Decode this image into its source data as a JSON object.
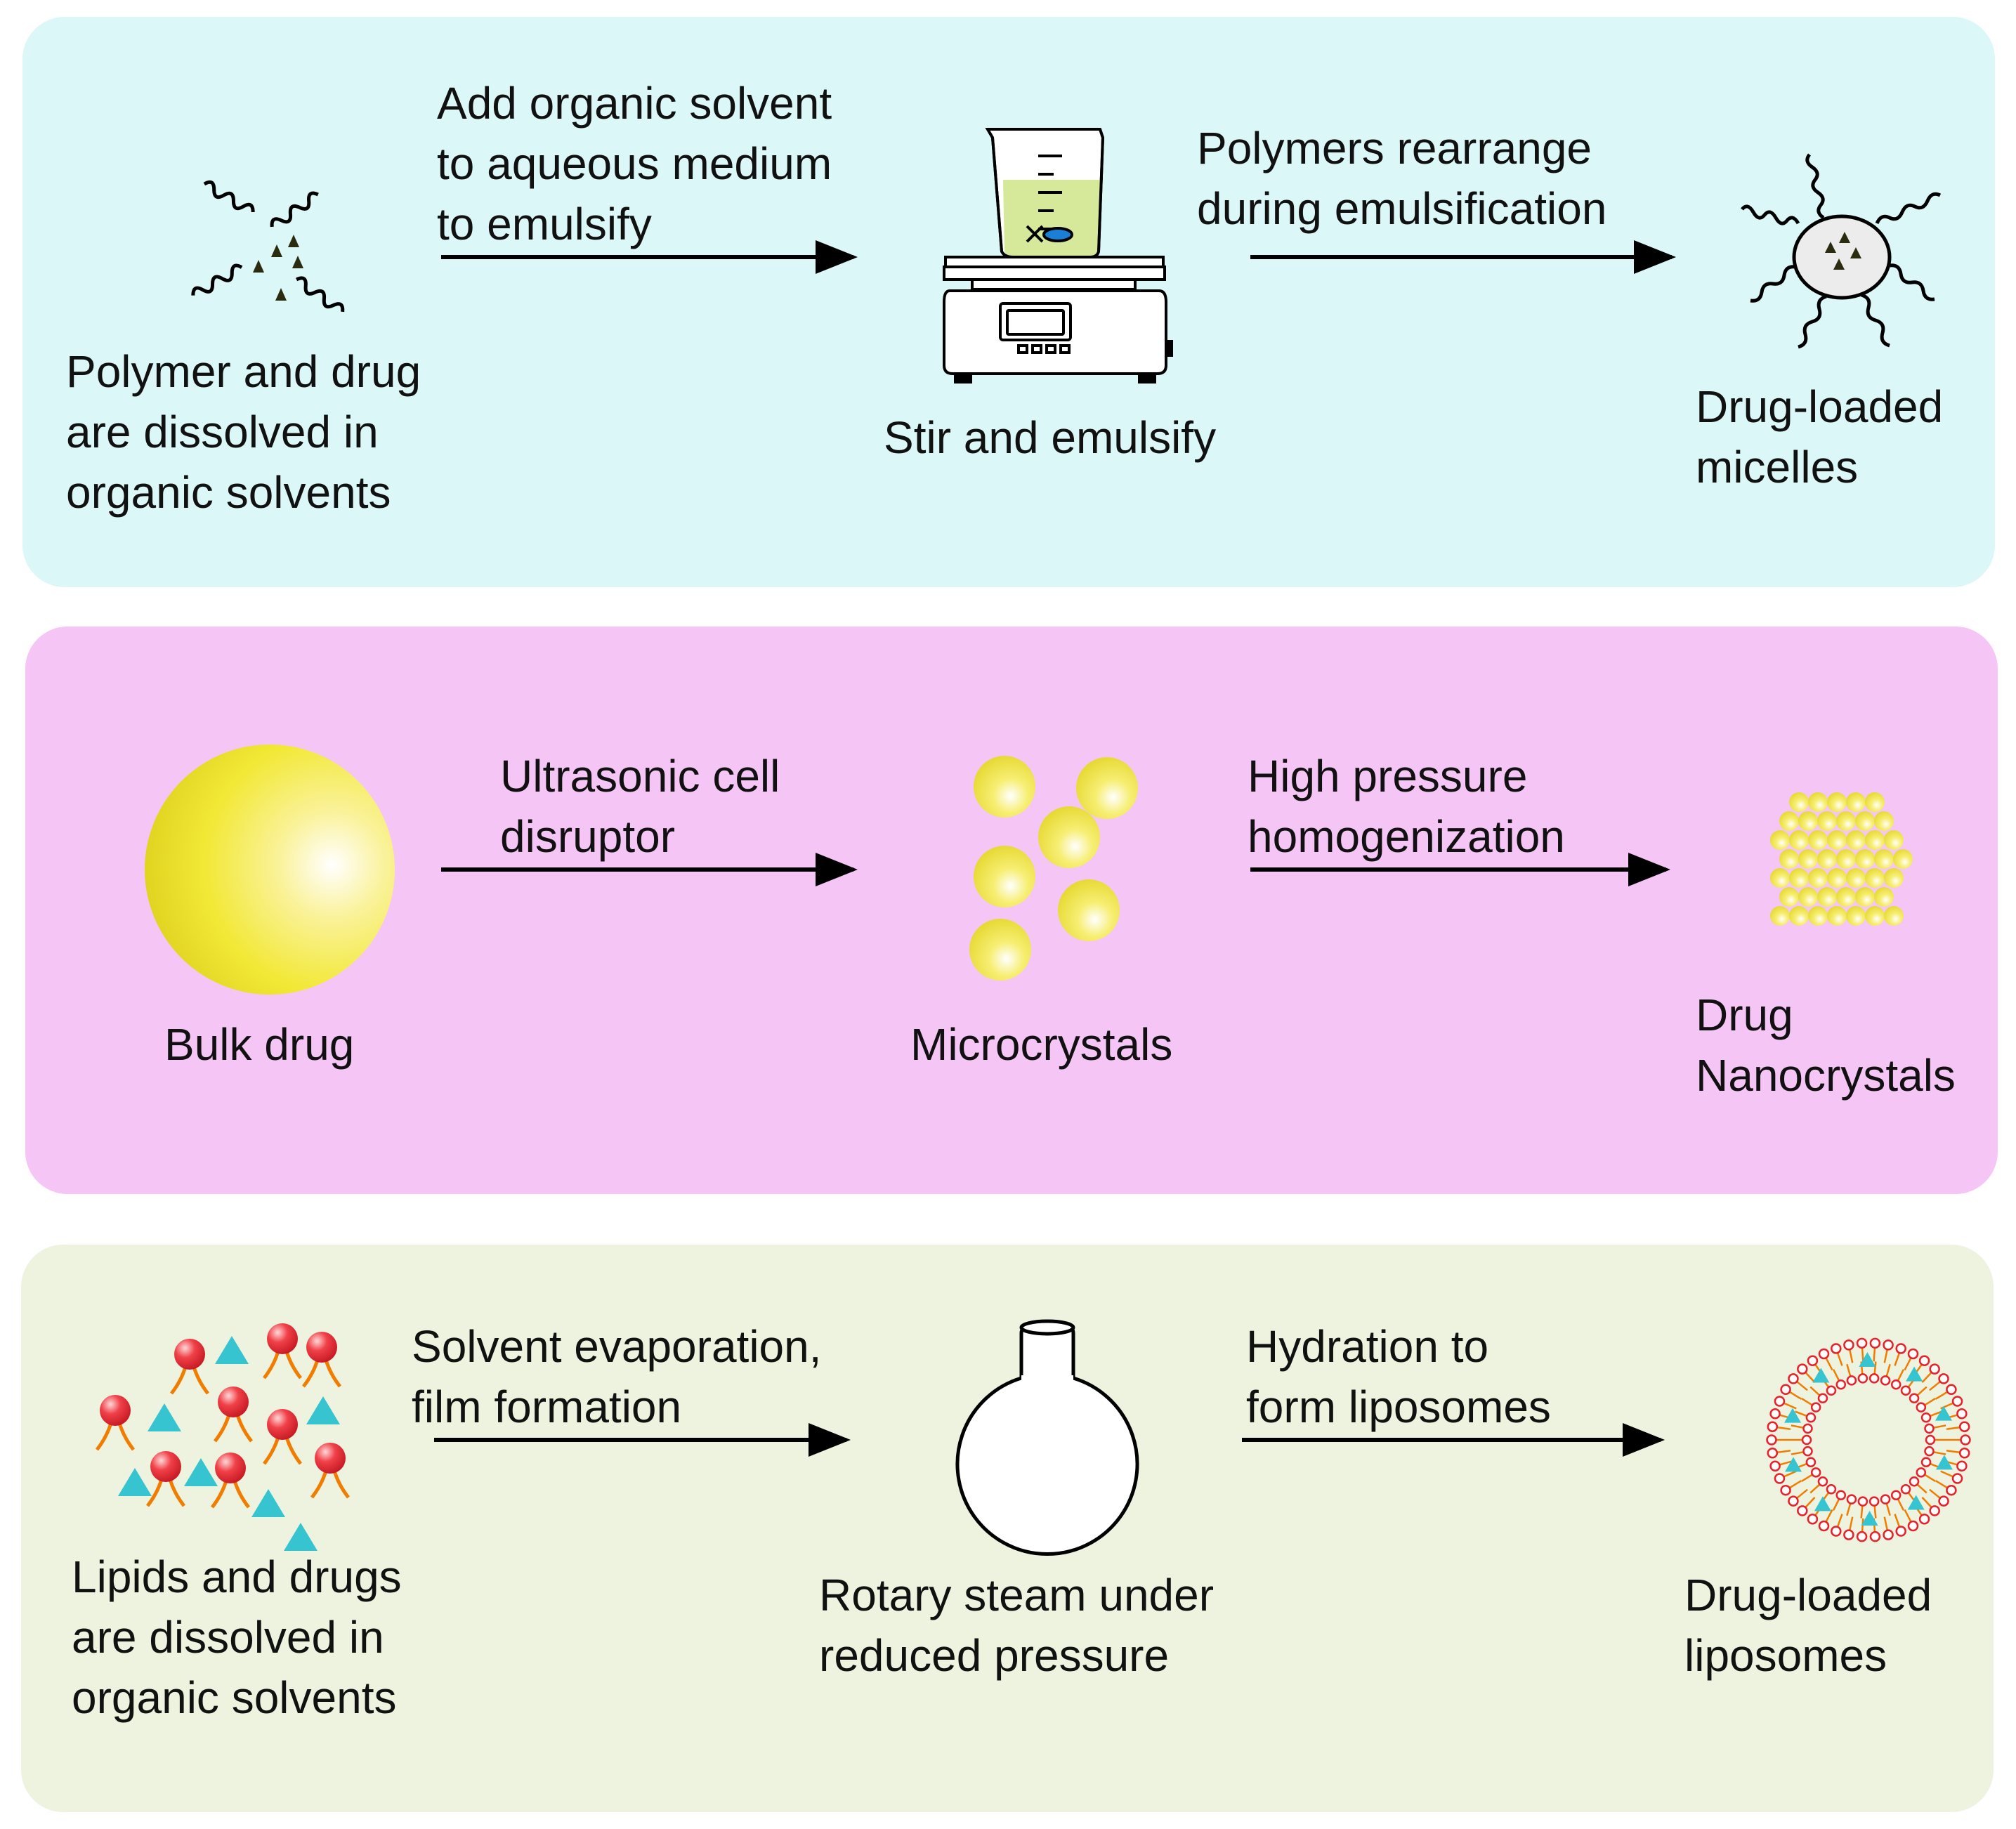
{
  "micelles_panel": {
    "start_label": "Polymer and drug\nare dissolved in\norganic solvents",
    "step1_label": "Add organic solvent\nto aqueous medium\nto emulsify",
    "middle_label": "Stir and emulsify",
    "step2_label": "Polymers rearrange\nduring emulsification",
    "end_label": "Drug-loaded\nmicelles",
    "background": "#dcf7f7"
  },
  "nanocrystals_panel": {
    "start_label": "Bulk drug",
    "step1_label": "Ultrasonic cell\ndisruptor",
    "middle_label": "Microcrystals",
    "step2_label": "High pressure\nhomogenization",
    "end_label": "Drug\nNanocrystals",
    "background": "#f5c6f5"
  },
  "liposomes_panel": {
    "start_label": "Lipids and drugs\nare dissolved in\norganic solvents",
    "step1_label": "Solvent evaporation,\nfilm formation",
    "middle_label": "Rotary steam under\nreduced pressure",
    "step2_label": "Hydration to\nform liposomes",
    "end_label": "Drug-loaded\nliposomes",
    "background": "#eef3df"
  },
  "colors": {
    "arrow": "#000000",
    "drug_particle": "#f0e630",
    "lipid_head": "#e8202a",
    "lipid_tail": "#f07d00",
    "drug_triangle": "#36c4d0",
    "beaker_liquid": "#d6e89a"
  }
}
